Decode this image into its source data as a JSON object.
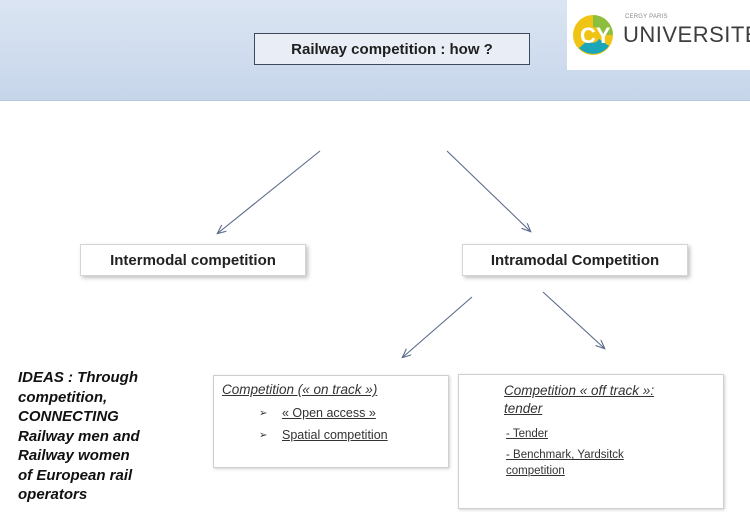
{
  "header": {
    "title": "Railway competition : how ?"
  },
  "logo": {
    "small_text": "CERGY PARIS",
    "main_text": "UNIVERSITÉ",
    "colors": {
      "yellow": "#f0c414",
      "green": "#8dbf3f",
      "teal": "#1aa5b8"
    }
  },
  "nodes": {
    "intermodal": "Intermodal competition",
    "intramodal": "Intramodal Competition"
  },
  "ideas": {
    "lines": [
      "IDEAS : Through",
      "competition,",
      "CONNECTING",
      "Railway men and",
      "Railway women",
      "of European rail",
      "operators"
    ]
  },
  "on_track": {
    "title": "Competition (« on track »)",
    "items": [
      "« Open access »",
      "Spatial competition"
    ]
  },
  "off_track": {
    "title_line1": "Competition « off track »:",
    "title_line2": "tender",
    "items": [
      "- Tender",
      "- Benchmark, Yardsitck",
      "competition"
    ]
  },
  "colors": {
    "arrow": "#5a6a8a",
    "header_bg": "#cfdcee"
  }
}
